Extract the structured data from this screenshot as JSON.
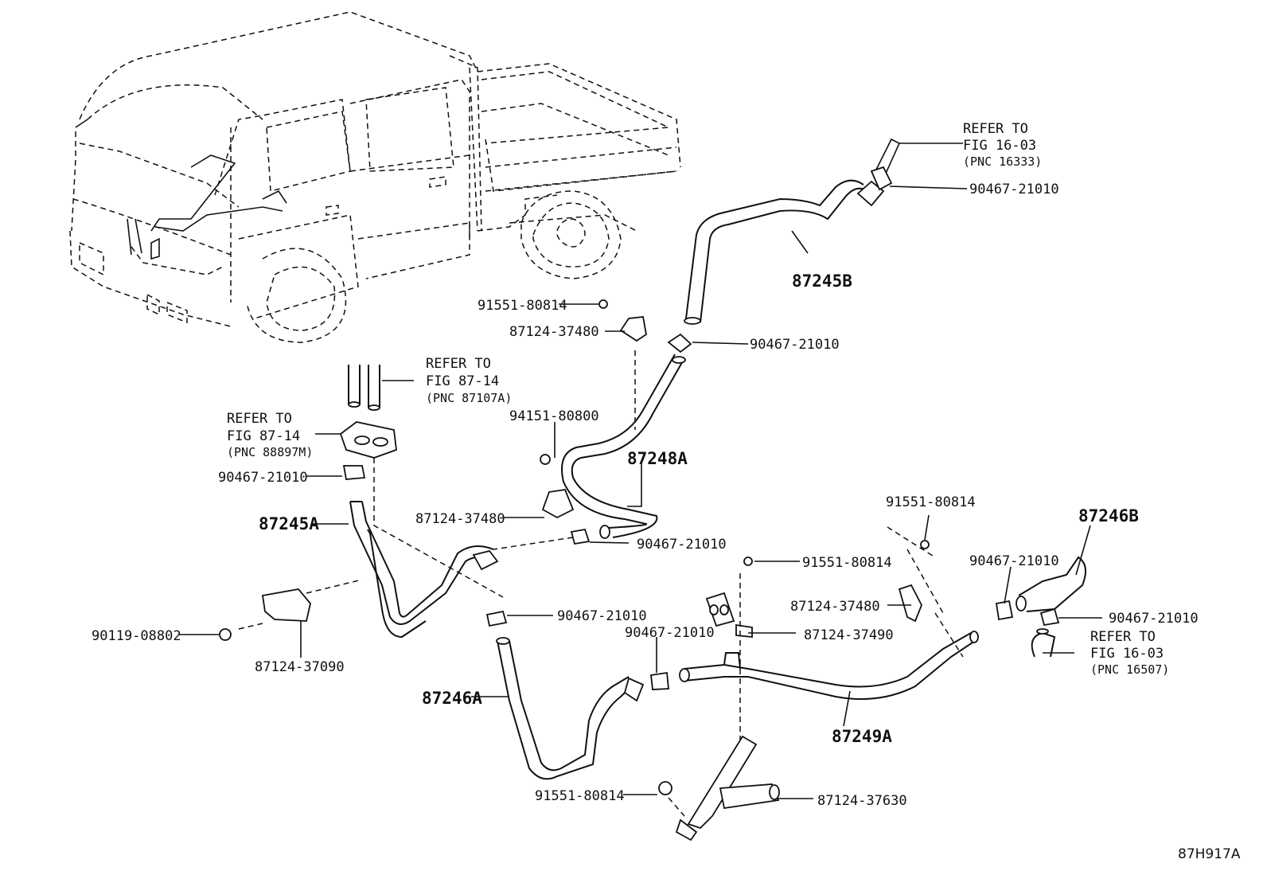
{
  "labels": {
    "refer_b_1": "REFER TO",
    "refer_b_2": "FIG 16-03",
    "refer_b_3": "(PNC 16333)",
    "clip_b_top": "90467-21010",
    "hose_87245b": "87245B",
    "bolt_1": "91551-80814",
    "bracket_1": "87124-37480",
    "clip_mid": "90467-21010",
    "refer_a_1": "REFER TO",
    "refer_a_2": "FIG 87-14",
    "refer_a_3": "(PNC 87107A)",
    "refer_c_1": "REFER TO",
    "refer_c_2": "FIG 87-14",
    "refer_c_3": "(PNC 88897M)",
    "nut_1": "94151-80800",
    "hose_87248a": "87248A",
    "clip_left": "90467-21010",
    "bracket_2": "87124-37480",
    "hose_87245a": "87245A",
    "clip_2": "90467-21010",
    "bolt_2": "91551-80814",
    "hose_87246b": "87246B",
    "bolt_3": "91551-80814",
    "clip_3": "90467-21010",
    "bracket_3": "87124-37480",
    "clip_4": "90467-21010",
    "clip_5": "90467-21010",
    "refer_d_1": "REFER TO",
    "refer_d_2": "FIG 16-03",
    "refer_d_3": "(PNC 16507)",
    "screw_1": "90119-08802",
    "clamp_1": "87124-37090",
    "bracket_4": "87124-37490",
    "clip_6": "90467-21010",
    "hose_87246a": "87246A",
    "hose_87249a": "87249A",
    "bolt_4": "91551-80814",
    "bracket_5": "87124-37630",
    "figure_code": "87H917A"
  }
}
